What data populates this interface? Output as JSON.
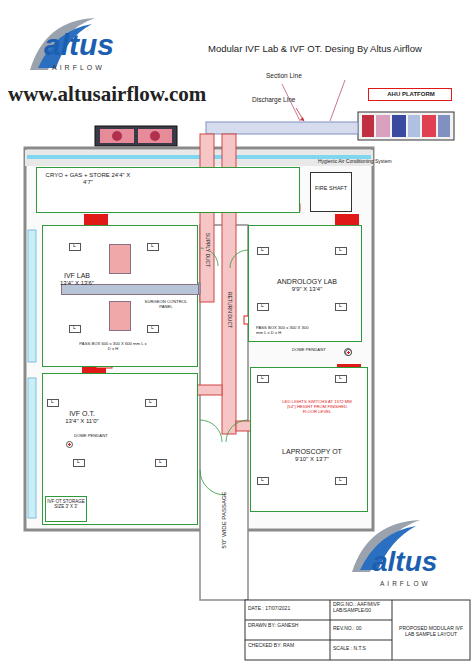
{
  "diagram": {
    "title": "Modular IVF Lab & IVF OT. Desing By Altus Airflow",
    "nodes": [
      {
        "text": [
          "AHU PLATFORM"
        ]
      },
      {
        "text": [
          "CRYO + GAS + STORE 24'4\" X 4'7\""
        ]
      },
      {
        "text": [
          "FIRE SHAFT"
        ]
      },
      {
        "text": [
          "IVF LAB",
          "13'4\" X 13'6\""
        ]
      },
      {
        "text": [
          "ANDROLOGY LAB",
          "9'9\" X 13'4\""
        ]
      },
      {
        "text": [
          "IVF O.T.",
          "13'4\" X 11'0\""
        ]
      },
      {
        "text": [
          "IVF OT STORAGE SIZE 3' X 3'"
        ],
        "in": 5
      },
      {
        "text": [
          "LAPROSCOPY OT",
          "9'10\" X 13'7\""
        ]
      }
    ],
    "labels": [
      "www.altusairflow.com",
      "altus",
      "AIRFLOW",
      "Section Line",
      "Discharge Line",
      "Hygienic Air Conditioning System",
      "SUPPLY DUCT",
      "RETURN DUCT",
      "SURGEON CONTROL PANEL",
      "PASS BOX 600 x 300 X 600 mm L x D x H",
      "PASS BOX 300 x 300 X 300 mm L x D x H",
      "DOME PENDANT",
      "DOME PENDANT",
      "LED LIGHTS SWITCHS AT 1372 MM (54\") HEIGHT FROM FINISHED FLOOR LEVEL",
      "5'0\" WIDE PASSAGE",
      "altus",
      "AIRFLOW",
      "DATE : 17/07/2021",
      "DRG.NO.: AAF/MIVF LAB/SAMPLE/00",
      "DRAWN BY: GANESH",
      "REV.NO.: 00",
      "CHECKED BY: RAM",
      "SCALE : N.T.S",
      "PROPOSED MODULAR IVF LAB SAMPLE LAYOUT",
      "L",
      "L",
      "L",
      "L",
      "L",
      "L",
      "L",
      "L",
      "L",
      "L",
      "L",
      "L",
      "L",
      "L",
      "L",
      "L"
    ]
  }
}
